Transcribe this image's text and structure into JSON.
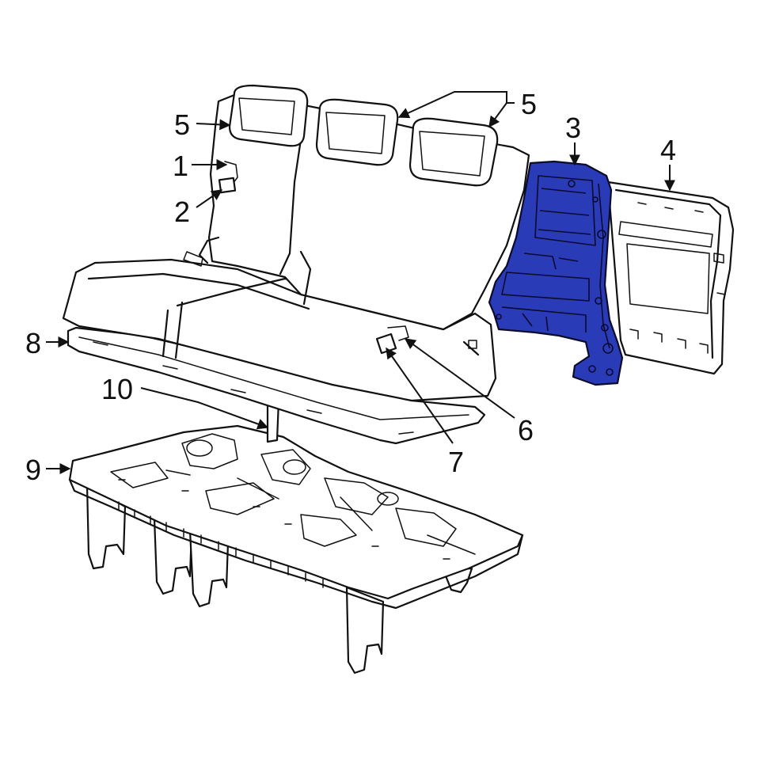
{
  "colors": {
    "background": "#ffffff",
    "line": "#111111",
    "highlight": "#2a3bb8"
  },
  "callouts": {
    "c1": "1",
    "c2": "2",
    "c3": "3",
    "c4": "4",
    "c5_left": "5",
    "c5_right": "5",
    "c6": "6",
    "c7": "7",
    "c8": "8",
    "c9": "9",
    "c10": "10"
  }
}
